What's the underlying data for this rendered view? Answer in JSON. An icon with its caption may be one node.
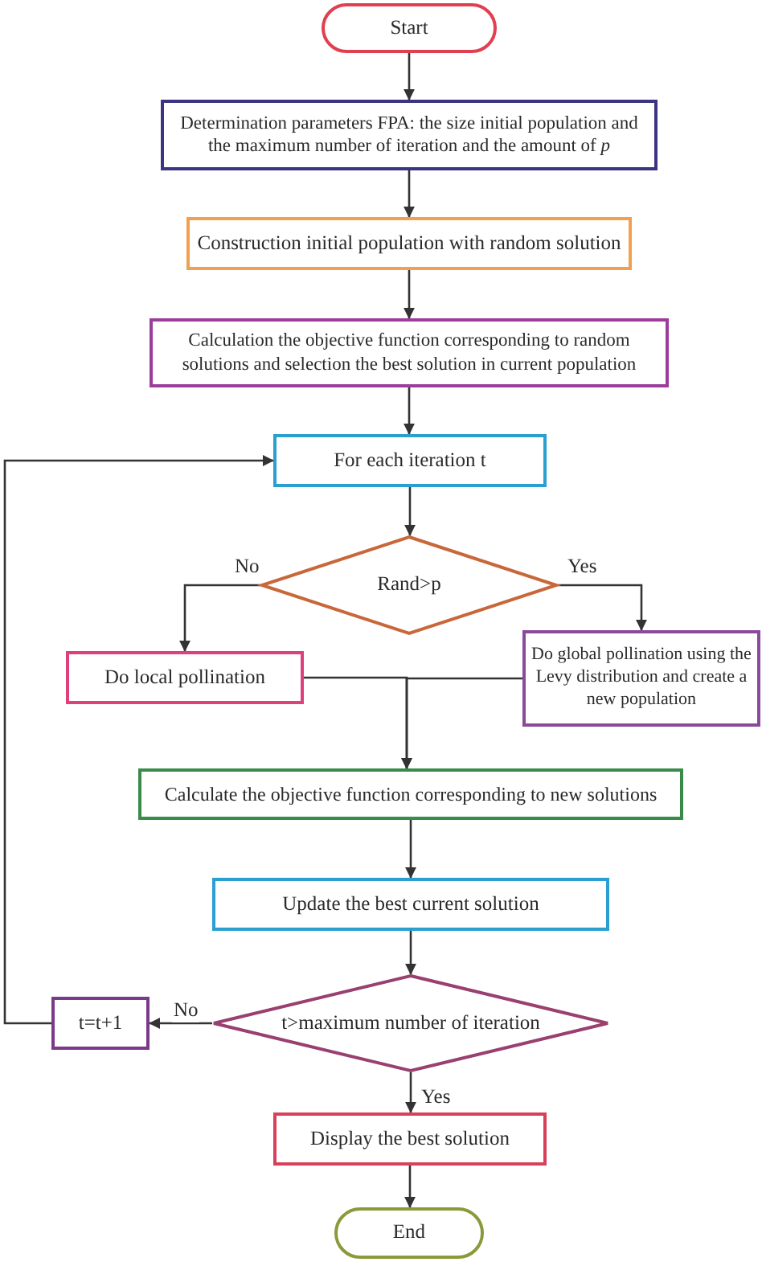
{
  "diagram": {
    "nodes": [
      {
        "text": [
          "Start"
        ]
      },
      {
        "text": [
          "Determination parameters FPA: the size initial population and the maximum number of iteration and the amount of *p*"
        ]
      },
      {
        "text": [
          "Construction initial population with random solution"
        ]
      },
      {
        "text": [
          "Calculation the objective function corresponding to random solutions and selection the best solution in  current population"
        ]
      },
      {
        "text": [
          "For each iteration t"
        ]
      },
      {
        "text": [
          "Rand>p"
        ]
      },
      {
        "text": [
          "Do local pollination"
        ]
      },
      {
        "text": [
          "Do global pollination using the Levy distribution and create a new population"
        ]
      },
      {
        "text": [
          "Calculate the objective function corresponding to new solutions"
        ]
      },
      {
        "text": [
          "Update the best current solution"
        ]
      },
      {
        "text": [
          "t>maximum number of iteration"
        ]
      },
      {
        "text": [
          "t=t+1"
        ]
      },
      {
        "text": [
          "Display the best solution"
        ]
      },
      {
        "text": [
          "End"
        ]
      }
    ],
    "edges": [
      {
        "from": 0,
        "to": 1,
        "arrow": "to"
      },
      {
        "from": 1,
        "to": 2,
        "arrow": "to"
      },
      {
        "from": 2,
        "to": 3,
        "arrow": "to"
      },
      {
        "from": 3,
        "to": 4,
        "arrow": "to"
      },
      {
        "from": 4,
        "to": 5,
        "arrow": "to"
      },
      {
        "from": 5,
        "to": 6,
        "arrow": "to",
        "label": "No"
      },
      {
        "from": 5,
        "to": 7,
        "arrow": "to",
        "label": "Yes"
      },
      {
        "from": 6,
        "to": 8,
        "arrow": "to"
      },
      {
        "from": 7,
        "to": 8,
        "arrow": "to"
      },
      {
        "from": 8,
        "to": 9,
        "arrow": "to"
      },
      {
        "from": 9,
        "to": 10,
        "arrow": "to"
      },
      {
        "from": 10,
        "to": 11,
        "arrow": "to",
        "label": "No"
      },
      {
        "from": 11,
        "to": 4,
        "arrow": "to"
      },
      {
        "from": 10,
        "to": 12,
        "arrow": "to",
        "label": "Yes"
      },
      {
        "from": 12,
        "to": 13,
        "arrow": "to"
      }
    ]
  }
}
